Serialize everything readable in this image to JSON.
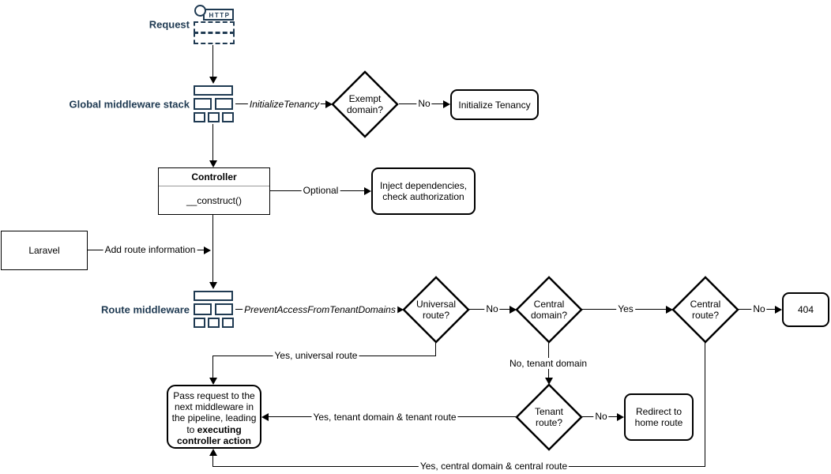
{
  "colors": {
    "accent_navy": "#1f3a52",
    "line": "#000000",
    "background": "#ffffff"
  },
  "nodes": {
    "request_label": "Request",
    "http_icon_text": "HTTP",
    "global_middleware_label": "Global middleware stack",
    "exempt_domain_decision": "Exempt domain?",
    "initialize_tenancy": "Initialize Tenancy",
    "controller_title": "Controller",
    "controller_method": "__construct()",
    "inject_dependencies": "Inject dependencies, check authorization",
    "laravel": "Laravel",
    "route_middleware_label": "Route middleware",
    "universal_route_decision": "Universal route?",
    "central_domain_decision": "Central domain?",
    "central_route_decision": "Central route?",
    "not_found": "404",
    "tenant_route_decision": "Tenant route?",
    "redirect_home": "Redirect to home route",
    "pass_request_text": "Pass request to the next middleware in the pipeline, leading to ",
    "pass_request_bold": "executing controller action"
  },
  "edge_labels": {
    "initialize_tenancy_middleware": "InitializeTenancy",
    "exempt_no": "No",
    "optional": "Optional",
    "add_route_information": "Add route information",
    "prevent_access_middleware": "PreventAccessFromTenantDomains",
    "universal_no": "No",
    "central_domain_yes": "Yes",
    "central_route_no": "No",
    "universal_yes": "Yes, universal route",
    "central_domain_no": "No, tenant domain",
    "tenant_no": "No",
    "tenant_yes": "Yes, tenant domain & tenant route",
    "central_route_yes": "Yes, central domain & central route"
  }
}
